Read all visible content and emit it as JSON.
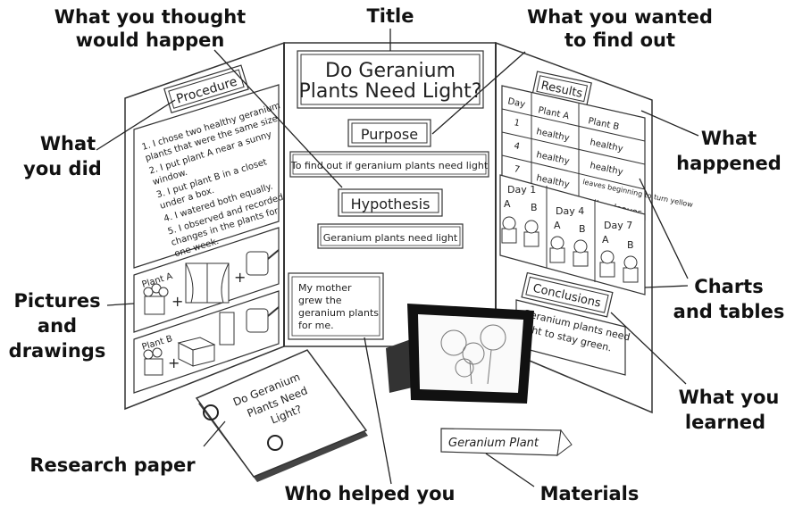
{
  "callouts": {
    "title": "Title",
    "thought_1": "What you thought",
    "thought_2": "would happen",
    "wanted_1": "What you wanted",
    "wanted_2": "to find out",
    "did_1": "What",
    "did_2": "you did",
    "happened_1": "What",
    "happened_2": "happened",
    "pictures_1": "Pictures",
    "pictures_2": "and",
    "pictures_3": "drawings",
    "charts_1": "Charts",
    "charts_2": "and tables",
    "learned_1": "What you",
    "learned_2": "learned",
    "research": "Research paper",
    "helped": "Who helped you",
    "materials": "Materials"
  },
  "board": {
    "title_1": "Do Geranium",
    "title_2": "Plants Need Light?",
    "purpose_label": "Purpose",
    "purpose_text": "To find out if geranium plants need light",
    "hypothesis_label": "Hypothesis",
    "hypothesis_text": "Geranium plants need light",
    "helper_1": "My mother",
    "helper_2": "grew the",
    "helper_3": "geranium plants",
    "helper_4": "for me.",
    "procedure_label": "Procedure",
    "procedure_lines": [
      "1. I chose two healthy geranium",
      "plants that were the same size.",
      "2. I put plant A near a sunny",
      "window.",
      "3. I put plant B in a closet",
      "under a box.",
      "4. I watered both equally.",
      "5. I observed and recorded",
      "changes in the plants for",
      "one week."
    ],
    "plant_a": "Plant A",
    "plant_b": "Plant B",
    "results_label": "Results",
    "results_table": {
      "headers": [
        "Day",
        "Plant A",
        "Plant B"
      ],
      "rows": [
        [
          "1",
          "healthy",
          "healthy"
        ],
        [
          "4",
          "healthy",
          "healthy"
        ],
        [
          "7",
          "healthy",
          "leaves beginning to turn yellow"
        ],
        [
          "",
          "",
          "yellow leaves"
        ]
      ]
    },
    "day1": "Day 1",
    "day4": "Day 4",
    "day7": "Day 7",
    "a": "A",
    "b": "B",
    "conclusions_label": "Conclusions",
    "conclusion_1": "Geranium plants need",
    "conclusion_2": "light to stay green.",
    "report_1": "Do Geranium",
    "report_2": "Plants Need",
    "report_3": "Light?",
    "tent_label": "Geranium Plant"
  }
}
